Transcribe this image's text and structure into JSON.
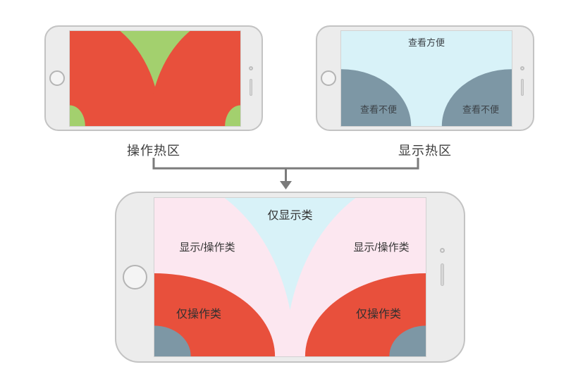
{
  "diagram": {
    "operation_phone": {
      "caption": "操作热区"
    },
    "display_phone": {
      "caption": "显示热区",
      "easy_view": "查看方便",
      "hard_view_left": "查看不便",
      "hard_view_right": "查看不便"
    },
    "combined_phone": {
      "display_only": "仅显示类",
      "display_operation_left": "显示/操作类",
      "display_operation_right": "显示/操作类",
      "operation_only_left": "仅操作类",
      "operation_only_right": "仅操作类"
    },
    "colors": {
      "operation_zone": "#e8503c",
      "operation_bg": "#a3d06e",
      "display_easy_bg": "#d8f2f8",
      "display_hard": "#7d97a5",
      "mixed_zone": "#fce7f0"
    }
  }
}
